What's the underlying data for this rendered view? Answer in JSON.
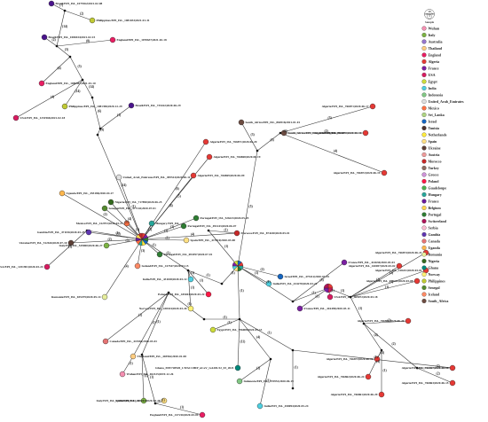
{
  "legend": {
    "header": "Sample",
    "scale_lines": [
      "10",
      "samples",
      "1"
    ],
    "items": [
      {
        "label": "Wuhan",
        "color": "#f48fb1"
      },
      {
        "label": "Italy",
        "color": "#7cb342"
      },
      {
        "label": "Australia",
        "color": "#9575cd"
      },
      {
        "label": "Thailand",
        "color": "#ffcc80"
      },
      {
        "label": "England",
        "color": "#e91e63"
      },
      {
        "label": "Algeria",
        "color": "#e53935"
      },
      {
        "label": "France",
        "color": "#7b1fa2"
      },
      {
        "label": "USA",
        "color": "#d81b60"
      },
      {
        "label": "Egypt",
        "color": "#cddc39"
      },
      {
        "label": "India",
        "color": "#4dd0e1"
      },
      {
        "label": "Indonesia",
        "color": "#81c784"
      },
      {
        "label": "United_Arab_Emirates",
        "color": "#e0e0e0"
      },
      {
        "label": "Mexico",
        "color": "#ff7043"
      },
      {
        "label": "Sri_Lanka",
        "color": "#aed581"
      },
      {
        "label": "Israel",
        "color": "#1565c0"
      },
      {
        "label": "Tunisia",
        "color": "#4e342e"
      },
      {
        "label": "Netherlands",
        "color": "#ffeb3b"
      },
      {
        "label": "Spain",
        "color": "#ffe082"
      },
      {
        "label": "Ukraine",
        "color": "#5d4037"
      },
      {
        "label": "Austria",
        "color": "#ef9a9a"
      },
      {
        "label": "Morocco",
        "color": "#c62828"
      },
      {
        "label": "Turkey",
        "color": "#8d6e63"
      },
      {
        "label": "Greece",
        "color": "#ce93d8"
      },
      {
        "label": "Poland",
        "color": "#ff1744"
      },
      {
        "label": "Guadeloupe",
        "color": "#4caf50"
      },
      {
        "label": "Hungary",
        "color": "#26a69a"
      },
      {
        "label": "France",
        "color": "#6a1b9a"
      },
      {
        "label": "Belgium",
        "color": "#ffd54f"
      },
      {
        "label": "Portugal",
        "color": "#2e7d32"
      },
      {
        "label": "Switzerland",
        "color": "#ad1457"
      },
      {
        "label": "Serbia",
        "color": "#f8bbd0"
      },
      {
        "label": "Gambia",
        "color": "#5e35b1"
      },
      {
        "label": "Canada",
        "color": "#e57373"
      },
      {
        "label": "Uganda",
        "color": "#ffb74d"
      },
      {
        "label": "Romania",
        "color": "#e6ee9c"
      },
      {
        "label": "Nigeria",
        "color": "#33691e"
      },
      {
        "label": "Ghana",
        "color": "#00897b"
      },
      {
        "label": "Norway",
        "color": "#fff176"
      },
      {
        "label": "Philippines",
        "color": "#c0ca33"
      },
      {
        "label": "Senegal",
        "color": "#558b2f"
      },
      {
        "label": "Iceland",
        "color": "#ff8a65"
      },
      {
        "label": "South_Africa",
        "color": "#6d4c41"
      }
    ]
  },
  "samples": [
    {
      "id": "brazil-1",
      "label": "Brazil/EPI_ISL_1079162|2021-02-08",
      "color": "#4a148c"
    },
    {
      "id": "brazil-2",
      "label": "Brazil/EPI_ISL_1080434|2021-02-15",
      "color": "#4a148c"
    },
    {
      "id": "phil-1",
      "label": "Philippines/EPI_ISL_1081033|2021-01-31",
      "color": "#c0ca33"
    },
    {
      "id": "eng-1",
      "label": "England/EPI_ISL_1070637|2021-02-18",
      "color": "#e91e63"
    },
    {
      "id": "eng-2",
      "label": "England/EPI_ISL_1080967|2021-01-10",
      "color": "#e91e63"
    },
    {
      "id": "phil-2",
      "label": "Philippines/EPI_ISL_1081396|2020-12-29",
      "color": "#c0ca33"
    },
    {
      "id": "usa-1",
      "label": "USA/EPI_ISL_1251966|2021-02-18",
      "color": "#d81b60"
    },
    {
      "id": "brazil-3",
      "label": "Brazil/EPI_ISL_735422|2020-06-29",
      "color": "#4a148c"
    },
    {
      "id": "sa-1",
      "label": "South_Africa/EPI_ISL_860516|2021-01-01",
      "color": "#6d4c41"
    },
    {
      "id": "sa-2",
      "label": "South_Africa/EPI_ISL_1040630|2021-01-12",
      "color": "#6d4c41"
    },
    {
      "id": "alg-1",
      "label": "Algeria/EPI_ISL_766871|2020-06-17",
      "color": "#e53935"
    },
    {
      "id": "alg-2",
      "label": "Algeria/EPI_ISL_766870|2020-06-16",
      "color": "#e53935"
    },
    {
      "id": "alg-3",
      "label": "Algeria/EPI_ISL_766872|2020-06-19",
      "color": "#e53935"
    },
    {
      "id": "alg-4",
      "label": "Algeria/EPI_ISL_766871|2020-06-20",
      "color": "#e53935"
    },
    {
      "id": "alg-5",
      "label": "Algeria/EPI_ISL_766868|2020-06-19",
      "color": "#e53935"
    },
    {
      "id": "alg-6",
      "label": "Algeria/EPI_ISL_766869|2020-06-09",
      "color": "#e53935"
    },
    {
      "id": "uae-1",
      "label": "United_Arab_Emirates/EPI_ISL_499514|2020-06-11",
      "color": "#e0e0e0"
    },
    {
      "id": "uga-1",
      "label": "Uganda/EPI_ISL_455186|2020-04-27",
      "color": "#ffb74d"
    },
    {
      "id": "nig-1",
      "label": "Nigeria/EPI_ISL_717890|2020-06-25",
      "color": "#33691e"
    },
    {
      "id": "sen-1",
      "label": "Senegal/EPI_ISL_477142|2020-07-01",
      "color": "#558b2f"
    },
    {
      "id": "mex-1",
      "label": "Mexico/EPI_ISL_412972|2020-03-27",
      "color": "#ff7043"
    },
    {
      "id": "gam-1",
      "label": "Gambia/EPI_ISL_471156|2020-03-25",
      "color": "#5e35b1"
    },
    {
      "id": "ukr-1",
      "label": "Ukraine/EPI_ISL_512616|2020-07-10",
      "color": "#5d4037"
    },
    {
      "id": "ita-1",
      "label": "Italy/EPI_ISL_529000|2020-06-27",
      "color": "#7cb342"
    },
    {
      "id": "hun-1",
      "label": "Hungary/EPI_ISL_",
      "color": "#26a69a"
    },
    {
      "id": "por-1",
      "label": "Portugal/EPI_ISL_526223|2020-05-25",
      "color": "#2e7d32"
    },
    {
      "id": "por-2",
      "label": "Portugal/EPI_ISL_491243|2020-06-07",
      "color": "#2e7d32"
    },
    {
      "id": "spa-1",
      "label": "Spain/EPI_ISL_417010|2020-03-08",
      "color": "#ffe082"
    },
    {
      "id": "por-3",
      "label": "Portugal/EPI_ISL_693397|2020-07-01",
      "color": "#2e7d32"
    },
    {
      "id": "mor-1",
      "label": "Morocco/EPI_ISL_874240|2020-05-01",
      "color": "#c62828"
    },
    {
      "id": "usa-2",
      "label": "USA/EPI_ISL_1251901|2020-03-24",
      "color": "#d81b60"
    },
    {
      "id": "ice-1",
      "label": "Iceland/EPI_ISL_417547|2020-03-15",
      "color": "#ff8a65"
    },
    {
      "id": "rom-1",
      "label": "Romania/EPI_ISL_655479|2020-05-14",
      "color": "#e6ee9c"
    },
    {
      "id": "ind-1",
      "label": "India/EPI_ISL_431108|2020-03-12",
      "color": "#4dd0e1"
    },
    {
      "id": "pol-1",
      "label": "Poland/EPI_ISL_445044|2020-03-22",
      "color": "#ff1744"
    },
    {
      "id": "nor-1",
      "label": "Norway/EPI_ISL_438334|2020-03-20",
      "color": "#fff176"
    },
    {
      "id": "isr-1",
      "label": "Israel/EPI_ISL_475412|2020-03-25",
      "color": "#1565c0"
    },
    {
      "id": "fra-1",
      "label": "France/EPI_ISL_414630|2020-03-03",
      "color": "#7b1fa2"
    },
    {
      "id": "usa-3",
      "label": "USA/EPI_ISL_469072|2020-03-18",
      "color": "#d81b60"
    },
    {
      "id": "fra-2",
      "label": "France/EPI_ISL_416490|2020-03-11",
      "color": "#7b1fa2"
    },
    {
      "id": "alg-7",
      "label": "Algeria/EPI_ISL_766874|2020-06-21",
      "color": "#e53935"
    },
    {
      "id": "alg-8",
      "label": "Algeria/EPI_ISL_420057|2020-03-02",
      "color": "#e53935"
    },
    {
      "id": "alg-9",
      "label": "Algeria/EPI_ISL_418241|2020-03-01",
      "color": "#e53935"
    },
    {
      "id": "alg-10",
      "label": "Algeria/EPI_ISL_418242|2020-03-08",
      "color": "#e53935"
    },
    {
      "id": "ind-2",
      "label": "India/EPI_ISL_434278|2020-03-22",
      "color": "#4dd0e1"
    },
    {
      "id": "egy-1",
      "label": "Egypt/EPI_ISL_796008|2020-05-13",
      "color": "#cddc39"
    },
    {
      "id": "can-1",
      "label": "Canada/EPI_ISL_415581|2020-03-01",
      "color": "#e57373"
    },
    {
      "id": "tha-1",
      "label": "Thailand/EPI_ISL_403962|2020-01-08",
      "color": "#ffcc80"
    },
    {
      "id": "wuh-1",
      "label": "Wuhan/EPI_ISL_402125|2019-12-26",
      "color": "#f48fb1"
    },
    {
      "id": "ita-2",
      "label": "Italy/EPI_ISL_418546|2020-03-31",
      "color": "#7cb342"
    },
    {
      "id": "gha-1",
      "label": "Ghana_MW728920_1/WACCBIP_nCoV_GA281/22_03_2021",
      "color": "#00897b"
    },
    {
      "id": "ino-1",
      "label": "Indonesia/EPI_ISL_719951|2020-06-19",
      "color": "#81c784"
    },
    {
      "id": "ind-3",
      "label": "India/EPI_ISL_458094|2020-05-24",
      "color": "#4dd0e1"
    },
    {
      "id": "alg-11",
      "label": "Algeria/EPI_ISL_766866|2020-06-20",
      "color": "#e53935"
    },
    {
      "id": "alg-12",
      "label": "Algeria/EPI_ISL_766873|2020-06-22",
      "color": "#e53935"
    },
    {
      "id": "alg-13",
      "label": "Algeria/EPI_ISL_766862|2020-06-24",
      "color": "#e53935"
    },
    {
      "id": "alg-14",
      "label": "Algeria/EPI_ISL_766861|2020-06-29",
      "color": "#e53935"
    },
    {
      "id": "alg-15",
      "label": "Algeria/EPI_ISL_766867|2020-06-18",
      "color": "#e53935"
    },
    {
      "id": "alg-16",
      "label": "Algeria/EPI_ISL_766863|2020-06-15",
      "color": "#e53935"
    },
    {
      "id": "spa-2",
      "label": "Spain/EPI_ISL_418242|2020-03-28",
      "color": "#ffe082"
    },
    {
      "id": "eng-3",
      "label": "England/EPI_ISL_417216|2020-03-09",
      "color": "#e91e63"
    }
  ],
  "mutation_counts": [
    "(14)",
    "(7)",
    "(8)",
    "(6)",
    "(5)",
    "(4)",
    "(3)",
    "(2)",
    "(1)",
    "(16)",
    "(12)",
    "(10)",
    "(9)",
    "(11)"
  ]
}
